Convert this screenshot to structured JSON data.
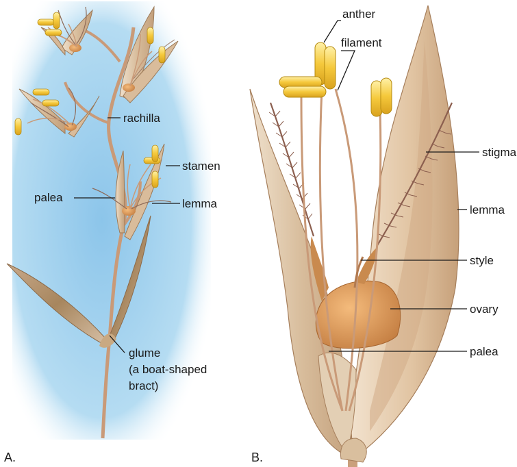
{
  "panel_a": {
    "caption": "A.",
    "labels": {
      "rachilla": "rachilla",
      "stamen": "stamen",
      "palea": "palea",
      "lemma": "lemma",
      "glume_line1": "glume",
      "glume_line2": "(a boat-shaped",
      "glume_line3": "bract)"
    }
  },
  "panel_b": {
    "caption": "B.",
    "labels": {
      "anther": "anther",
      "filament": "filament",
      "stigma": "stigma",
      "lemma": "lemma",
      "style": "style",
      "ovary": "ovary",
      "palea": "palea"
    }
  },
  "colors": {
    "sky_blue": "#a9d4ee",
    "straw": "#d9b38f",
    "stem": "#c99a78",
    "anther_yellow": "#f2c53a",
    "ovary_orange": "#e3a060"
  }
}
